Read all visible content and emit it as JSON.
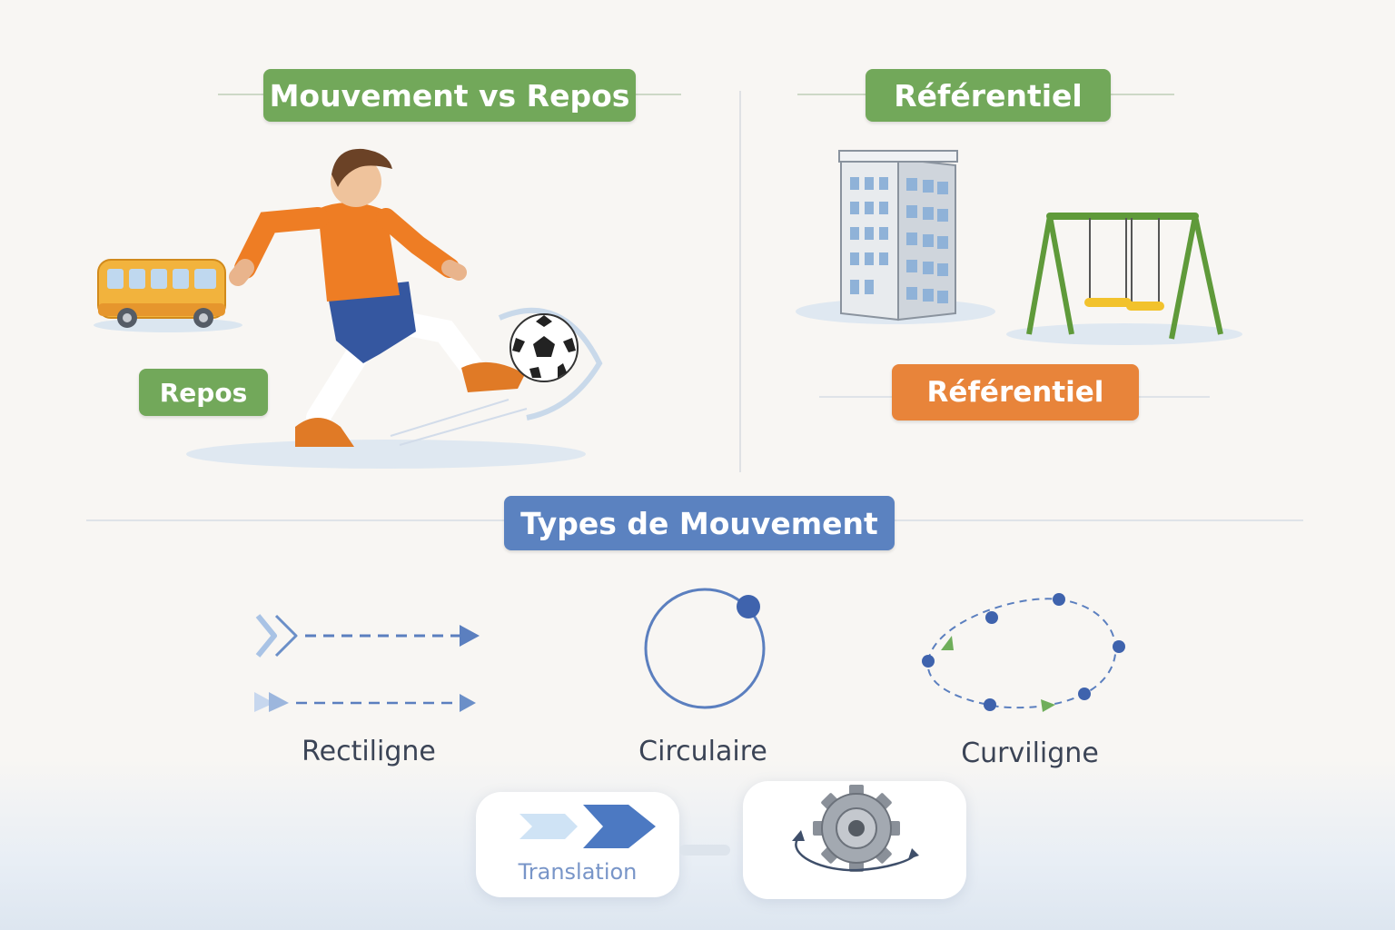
{
  "sections": {
    "motion_vs_rest": {
      "title": "Mouvement vs Repos",
      "rest_label": "Repos"
    },
    "reference": {
      "title": "Référentiel",
      "caption": "Référentiel"
    },
    "types": {
      "title": "Types de Mouvement",
      "rectilinear": "Rectiligne",
      "circular": "Circulaire",
      "curvilinear": "Curviligne",
      "translation": "Translation"
    }
  },
  "icons": {
    "bus": "bus-icon",
    "player": "soccer-player-icon",
    "ball": "soccer-ball-icon",
    "building": "building-icon",
    "swing": "swing-set-icon",
    "gear": "gear-rotation-icon"
  },
  "colors": {
    "green": "#72a85a",
    "orange": "#e8843a",
    "blue": "#5b82c0",
    "text": "#3b4456"
  }
}
